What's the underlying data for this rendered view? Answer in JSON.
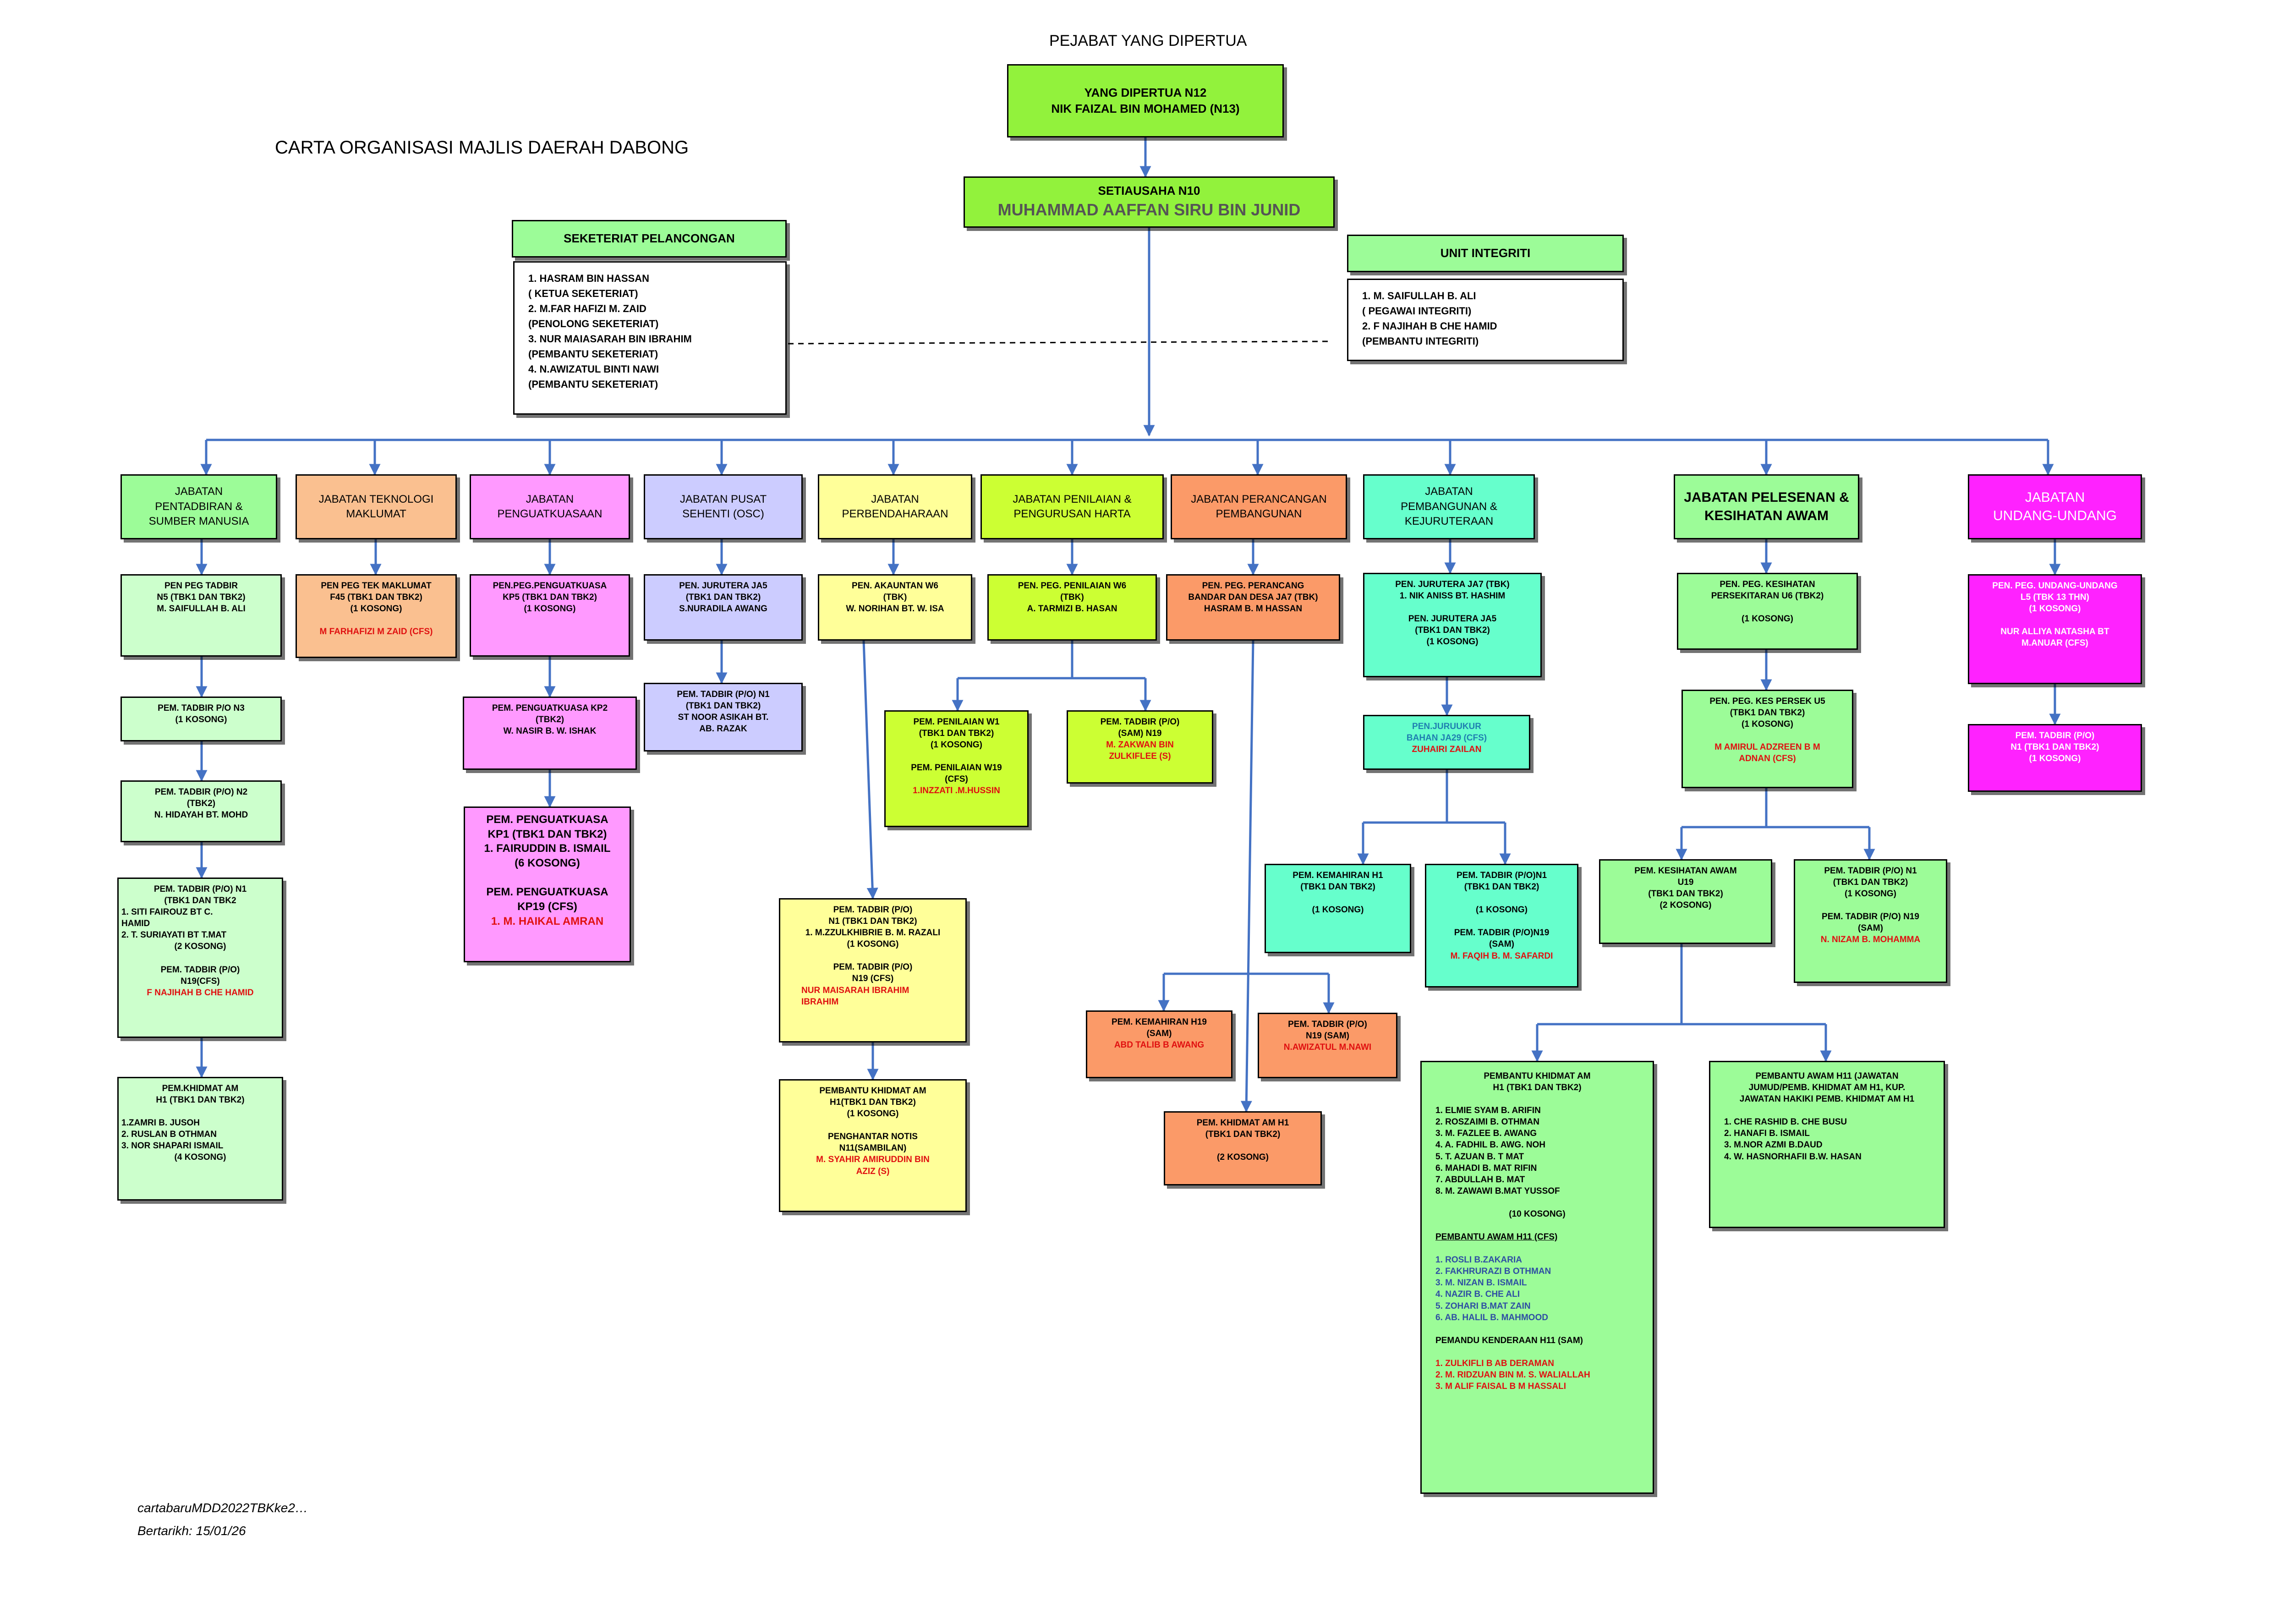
{
  "header": {
    "office": "PEJABAT YANG DIPERTUA",
    "title": "CARTA ORGANISASI MAJLIS DAERAH DABONG"
  },
  "footer": {
    "file": "cartabaruMDD2022TBKke2…",
    "date": "Bertarikh: 15/01/26"
  },
  "colors": {
    "line": "#4472c4",
    "lime": "#92f23c",
    "green": "#9cfc98",
    "orange_light": "#fac090",
    "pink": "#ff99ff",
    "lavender": "#ccccff",
    "yellow": "#ffff99",
    "lime_yellow": "#ccff33",
    "orange": "#fb9a68",
    "aqua": "#66ffcc",
    "magenta": "#ff22ff"
  },
  "top": {
    "ydp": {
      "l1": "YANG DIPERTUA N12",
      "l2": "NIK FAIZAL BIN MOHAMED (N13)"
    },
    "su": {
      "l1": "SETIAUSAHA N10",
      "l2": "MUHAMMAD AAFFAN SIRU BIN JUNID"
    },
    "sek": {
      "title": "SEKETERIAT PELANCONGAN",
      "body": "1. HASRAM BIN HASSAN\n      ( KETUA SEKETERIAT)\n2. M.FAR HAFIZI M. ZAID\n    (PENOLONG SEKETERIAT)\n3. NUR MAIASARAH BIN IBRAHIM\n    (PEMBANTU SEKETERIAT)\n4. N.AWIZATUL BINTI NAWI\n    (PEMBANTU SEKETERIAT)"
    },
    "unit": {
      "title": "UNIT INTEGRITI",
      "body": "1. M. SAIFULLAH B. ALI\n    ( PEGAWAI INTEGRITI)\n2. F NAJIHAH B CHE HAMID\n    (PEMBANTU  INTEGRITI)"
    }
  },
  "departments": {
    "d1": "JABATAN\nPENTADBIRAN &\nSUMBER MANUSIA",
    "d2": "JABATAN TEKNOLOGI\nMAKLUMAT",
    "d3": "JABATAN\nPENGUATKUASAAN",
    "d4": "JABATAN PUSAT\nSEHENTI (OSC)",
    "d5": "JABATAN\nPERBENDAHARAAN",
    "d6": "JABATAN PENILAIAN &\nPENGURUSAN HARTA",
    "d7": "JABATAN PERANCANGAN\nPEMBANGUNAN",
    "d8": "JABATAN\nPEMBANGUNAN &\nKEJURUTERAAN",
    "d9": "JABATAN PELESENAN &\nKESIHATAN AWAM",
    "d10": "JABATAN\nUNDANG-UNDANG"
  },
  "positions": {
    "a1": {
      "t": "PEN PEG TADBIR\nN5  (TBK1 DAN TBK2)\nM. SAIFULLAH B. ALI"
    },
    "a2": {
      "t": "PEM. TADBIR P/O N3\n(1 KOSONG)"
    },
    "a3": {
      "t": "PEM. TADBIR (P/O) N2\n(TBK2)\nN. HIDAYAH BT. MOHD"
    },
    "a4": {
      "t": "PEM. TADBIR (P/O) N1\n(TBK1 DAN TBK2"
    },
    "a4l": {
      "t": "1. SITI FAIROUZ BT C.\nHAMID\n2. T. SURIAYATI BT T.MAT"
    },
    "a4b": {
      "t": "(2 KOSONG)\n\nPEM. TADBIR (P/O)\nN19(CFS)",
      "r": "F NAJIHAH B CHE HAMID"
    },
    "a5": {
      "t": "PEM.KHIDMAT AM\nH1 (TBK1 DAN TBK2)"
    },
    "a5l": {
      "t": "1.ZAMRI B. JUSOH\n2. RUSLAN B OTHMAN\n3. NOR SHAPARI ISMAIL"
    },
    "a5b": {
      "t": "(4 KOSONG)"
    },
    "b1": {
      "t": "PEN PEG TEK MAKLUMAT\nF45 (TBK1 DAN TBK2)\n(1 KOSONG)",
      "r": "M FARHAFIZI M ZAID (CFS)"
    },
    "c1": {
      "t": "PEN.PEG.PENGUATKUASA\nKP5 (TBK1 DAN TBK2)\n(1 KOSONG)"
    },
    "c2": {
      "t": "PEM. PENGUATKUASA KP2\n(TBK2)\nW. NASIR B. W. ISHAK"
    },
    "c3": {
      "t": "PEM. PENGUATKUASA\nKP1 (TBK1 DAN TBK2)\n1. FAIRUDDIN B. ISMAIL\n(6 KOSONG)\n\nPEM. PENGUATKUASA\nKP19 (CFS)",
      "r": "1. M. HAIKAL  AMRAN"
    },
    "e1": {
      "t": "PEN. JURUTERA JA5\n(TBK1 DAN TBK2)\nS.NURADILA AWANG"
    },
    "e2": {
      "t": "PEM. TADBIR (P/O) N1\n(TBK1 DAN TBK2)\nST NOOR ASIKAH BT.\nAB. RAZAK"
    },
    "f1": {
      "t": "PEN. AKAUNTAN W6\n(TBK)\nW. NORIHAN BT. W. ISA"
    },
    "f2": {
      "t": "PEM. TADBIR (P/O)\nN1 (TBK1 DAN TBK2)\n1. M.ZZULKHIBRIE B. M. RAZALI\n(1 KOSONG)\n\nPEM. TADBIR (P/O)\nN19 (CFS)",
      "r": "NUR MAISARAH  IBRAHIM\nIBRAHIM"
    },
    "f3": {
      "t": "PEMBANTU KHIDMAT AM\nH1(TBK1 DAN TBK2)\n(1 KOSONG)\n\nPENGHANTAR NOTIS\nN11(SAMBILAN)",
      "r": "M. SYAHIR AMIRUDDIN BIN\nAZIZ  (S)"
    },
    "g1": {
      "t": "PEN. PEG. PENILAIAN W6\n(TBK)\nA. TARMIZI B. HASAN"
    },
    "g2": {
      "t": "PEM. PENILAIAN W1\n(TBK1 DAN TBK2)\n(1 KOSONG)\n\nPEM. PENILAIAN W19\n(CFS)",
      "r": "1.INZZATI .M.HUSSIN"
    },
    "g3": {
      "t": "PEM. TADBIR (P/O)\n(SAM) N19",
      "r": "M. ZAKWAN BIN\nZULKIFLEE (S)"
    },
    "h1": {
      "t": "PEN. PEG. PERANCANG\nBANDAR DAN DESA JA7 (TBK)\nHASRAM B. M HASSAN"
    },
    "h2": {
      "t": "PEM. KEMAHIRAN H19\n(SAM)",
      "r": "ABD TALIB B AWANG"
    },
    "h3": {
      "t": "PEM. TADBIR (P/O)\nN19 (SAM)",
      "r": "N.AWIZATUL M.NAWI"
    },
    "h4": {
      "t": "PEM. KHIDMAT AM H1\n(TBK1 DAN TBK2)\n\n(2 KOSONG)"
    },
    "i1": {
      "t": "PEN. JURUTERA JA7 (TBK)\n1. NIK ANISS BT. HASHIM\n\nPEN. JURUTERA JA5\n(TBK1 DAN TBK2)\n(1 KOSONG)"
    },
    "i2": {
      "bl": "PEN.JURUUKUR\nBAHAN JA29 (CFS)",
      "r": "ZUHAIRI  ZAILAN"
    },
    "i3": {
      "t": "PEM. KEMAHIRAN H1\n(TBK1 DAN TBK2)\n\n(1 KOSONG)"
    },
    "i4": {
      "t": "PEM. TADBIR (P/O)N1\n(TBK1 DAN TBK2)\n\n(1 KOSONG)\n\nPEM. TADBIR (P/O)N19\n(SAM)",
      "r": "M. FAQIH B. M. SAFARDI"
    },
    "j1": {
      "t": "PEN. PEG. KESIHATAN\nPERSEKITARAN U6 (TBK2)\n\n(1 KOSONG)"
    },
    "j2": {
      "t": "PEN. PEG. KES PERSEK U5\n(TBK1 DAN TBK2)\n(1 KOSONG)",
      "r": "M  AMIRUL  ADZREEN  B M\nADNAN (CFS)"
    },
    "j3": {
      "t": "PEM. KESIHATAN AWAM\nU19\n(TBK1 DAN TBK2)\n(2 KOSONG)"
    },
    "j4": {
      "t": "PEM. TADBIR (P/O) N1\n(TBK1 DAN TBK2)\n(1 KOSONG)\n\nPEM. TADBIR (P/O) N19\n(SAM)",
      "r": "N. NIZAM B. MOHAMMA"
    },
    "j5": {
      "title": "PEMBANTU KHIDMAT AM\nH1 (TBK1 DAN TBK2)",
      "list1": "1. ELMIE SYAM B. ARIFIN\n2. ROSZAIMI B. OTHMAN\n3. M. FAZLEE B. AWANG\n4. A. FADHIL B. AWG. NOH\n5. T. AZUAN B. T MAT\n6. MAHADI B. MAT RIFIN\n7. ABDULLAH B. MAT\n8. M. ZAWAWI B.MAT YUSSOF",
      "kosong": "(10 KOSONG)",
      "sub1": "PEMBANTU AWAM H11 (CFS)",
      "list2": "1. ROSLI B.ZAKARIA\n2. FAKHRURAZI B  OTHMAN\n3. M. NIZAN B. ISMAIL\n4. NAZIR B. CHE ALI\n5. ZOHARI B.MAT ZAIN\n6. AB. HALIL B. MAHMOOD",
      "sub2": "PEMANDU KENDERAAN H11 (SAM)",
      "list3": "1. ZULKIFLI B AB DERAMAN\n2. M. RIDZUAN BIN M. S. WALIALLAH\n3. M ALIF FAISAL B M HASSALI"
    },
    "j6": {
      "title": "PEMBANTU AWAM H11 (JAWATAN\nJUMUD/PEMB. KHIDMAT AM H1, KUP.\nJAWATAN HAKIKI PEMB. KHIDMAT AM H1",
      "list": "1. CHE RASHID B. CHE BUSU\n2. HANAFI B. ISMAIL\n3. M.NOR AZMI B.DAUD\n4. W. HASNORHAFII B.W. HASAN"
    },
    "k1": {
      "t": "PEN. PEG. UNDANG-UNDANG\nL5 (TBK 13 THN)\n(1 KOSONG)\n\nNUR ALLIYA NATASHA BT\nM.ANUAR (CFS)"
    },
    "k2": {
      "t": "PEM. TADBIR (P/O)\nN1 (TBK1 DAN TBK2)\n(1 KOSONG)"
    }
  }
}
